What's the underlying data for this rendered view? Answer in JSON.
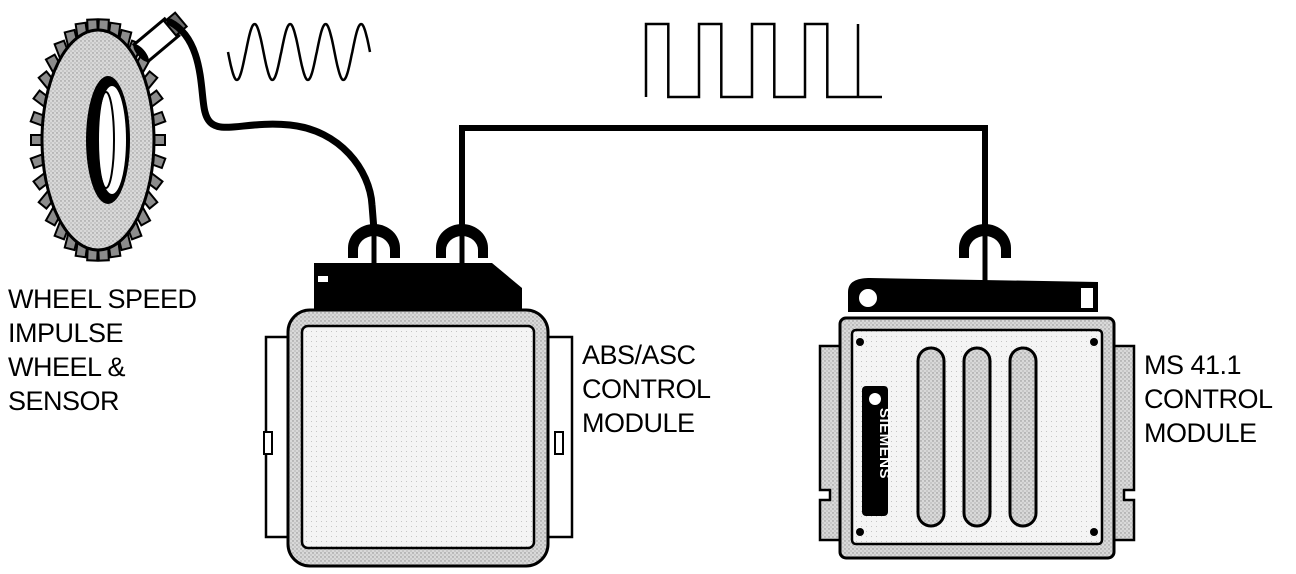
{
  "labels": {
    "sensor": [
      "WHEEL SPEED",
      "IMPULSE",
      "WHEEL &",
      "SENSOR"
    ],
    "abs_module": [
      "ABS/ASC",
      "CONTROL",
      "MODULE"
    ],
    "ms_module": [
      "MS 41.1",
      "CONTROL",
      "MODULE"
    ]
  },
  "brand": "SIEMENS",
  "signals": {
    "sine_cycles": 4,
    "square_cycles": 4
  },
  "colors": {
    "ink": "#000000",
    "shade": "#bdbdbd",
    "light_shade": "#e6e6e6",
    "background": "#ffffff"
  }
}
